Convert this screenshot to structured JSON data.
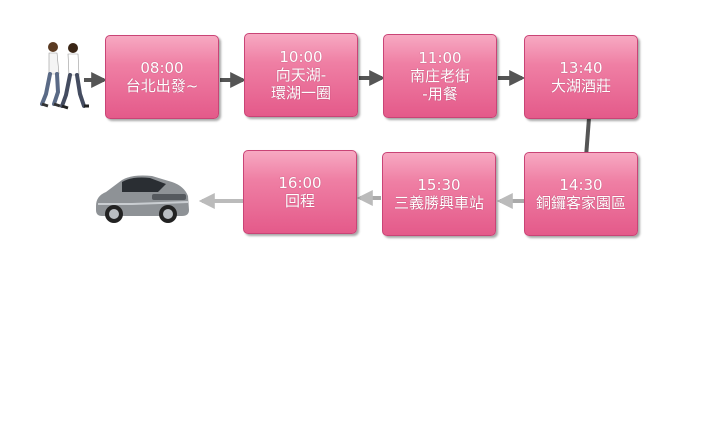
{
  "steps": [
    {
      "time": "08:00",
      "line1": "台北出發~",
      "line2": ""
    },
    {
      "time": "10:00",
      "line1": "向天湖-",
      "line2": "環湖一圈"
    },
    {
      "time": "11:00",
      "line1": "南庄老街",
      "line2": "-用餐"
    },
    {
      "time": "13:40",
      "line1": "大湖酒莊",
      "line2": ""
    },
    {
      "time": "14:30",
      "line1": "銅鑼客家園區",
      "line2": ""
    },
    {
      "time": "15:30",
      "line1": "三義勝興車站",
      "line2": ""
    },
    {
      "time": "16:00",
      "line1": "回程",
      "line2": ""
    }
  ],
  "colors": {
    "box_top": "#f7a9c2",
    "box_bottom": "#e45a8a",
    "arrow": "#666666"
  },
  "icons": {
    "start": "walking-people-icon",
    "end": "car-icon"
  }
}
